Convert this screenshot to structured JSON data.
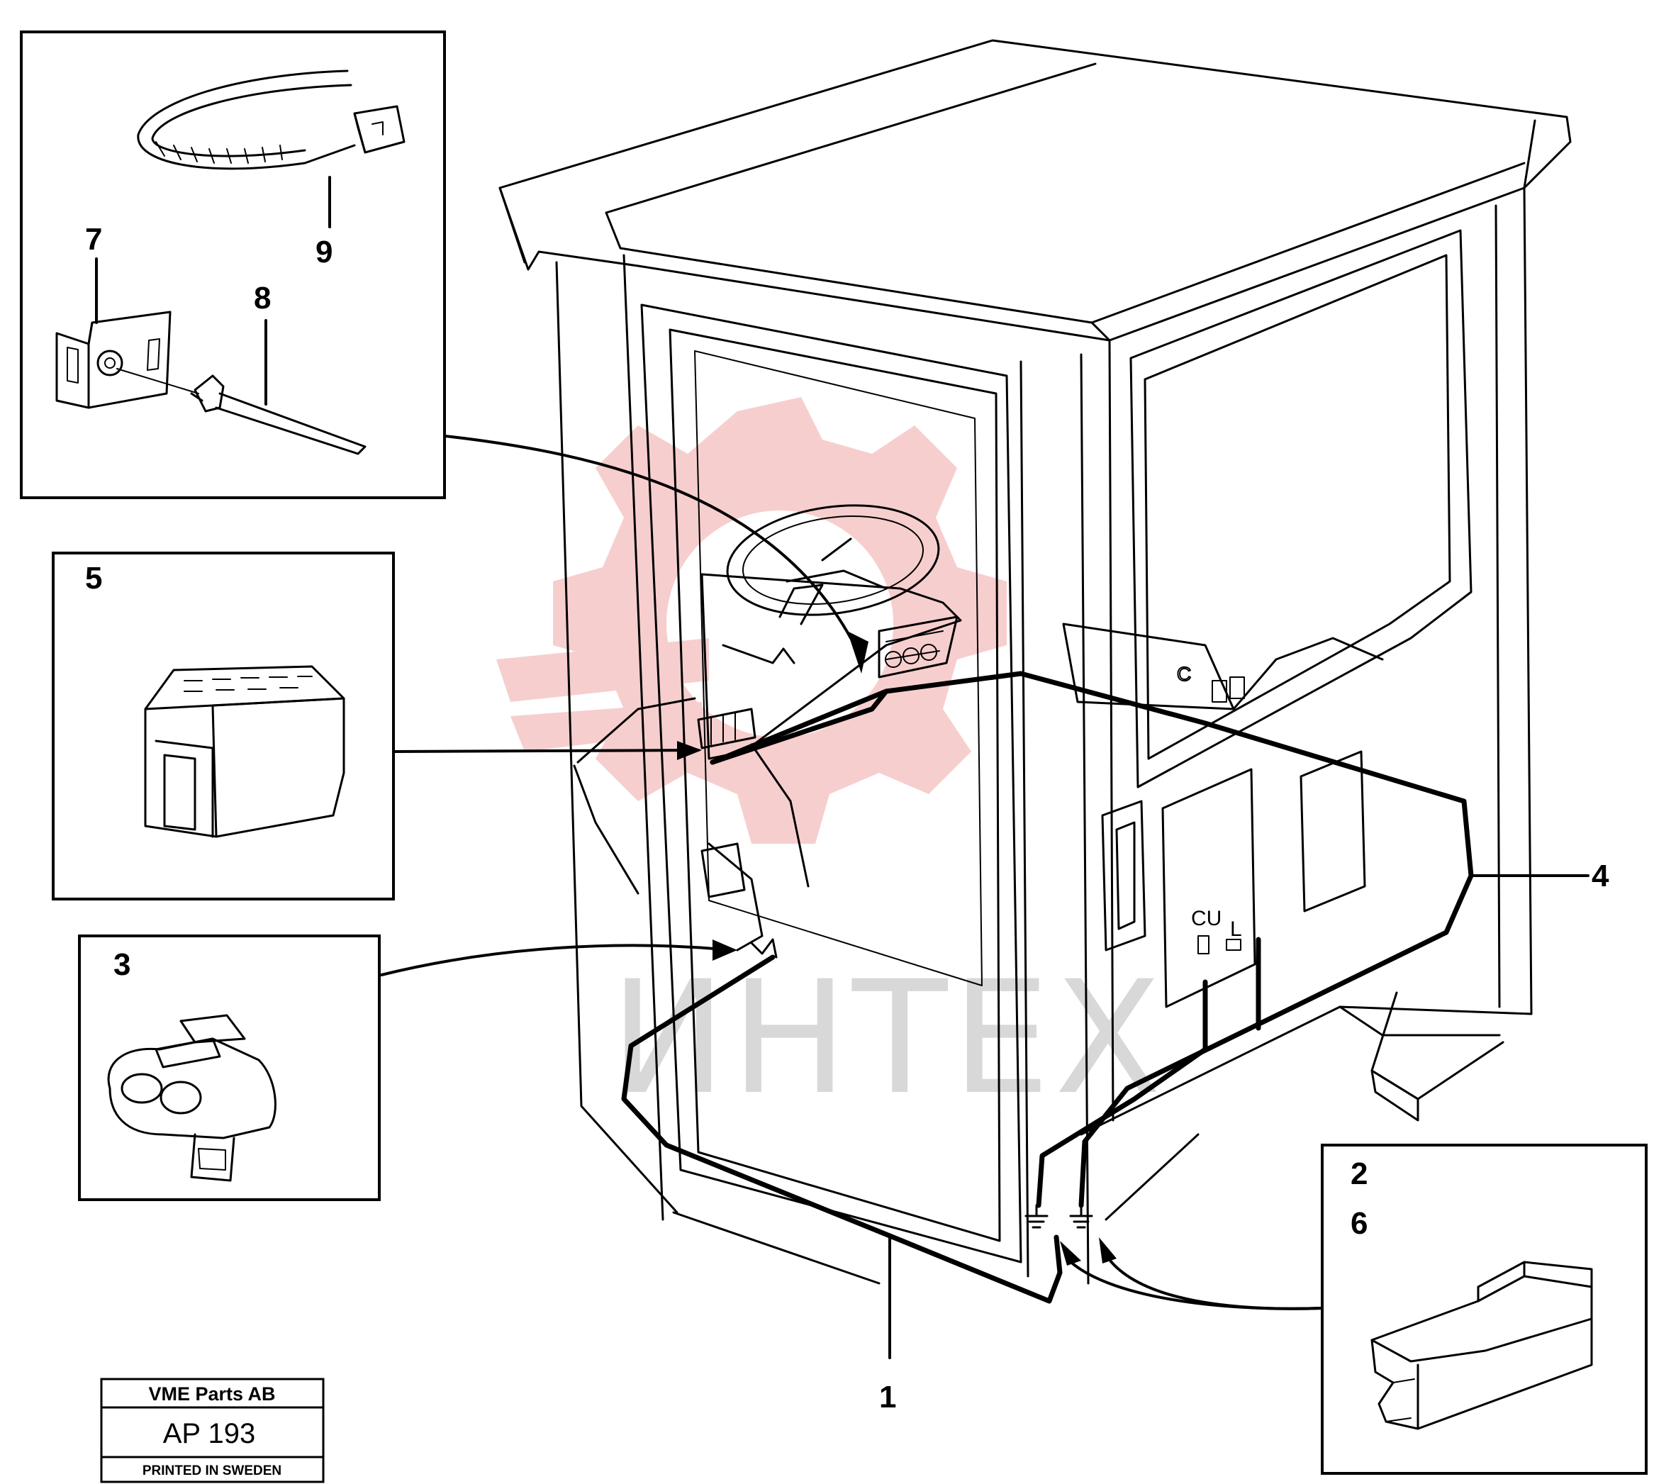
{
  "callouts": {
    "c1": "1",
    "c2": "2",
    "c3": "3",
    "c4": "4",
    "c5": "5",
    "c6": "6",
    "c7": "7",
    "c8": "8",
    "c9": "9"
  },
  "watermark": {
    "text": "ИНТЕХ",
    "color": "#f6c9c9"
  },
  "title_block": {
    "company": "VME Parts AB",
    "code": "AP 193",
    "printed": "PRINTED IN SWEDEN"
  },
  "icons": [
    "cable-tie-icon",
    "mounting-clip-icon",
    "push-rivet-icon",
    "connector-housing-icon",
    "plug-connector-icon",
    "terminal-housing-icon",
    "ground-symbol-icon"
  ]
}
